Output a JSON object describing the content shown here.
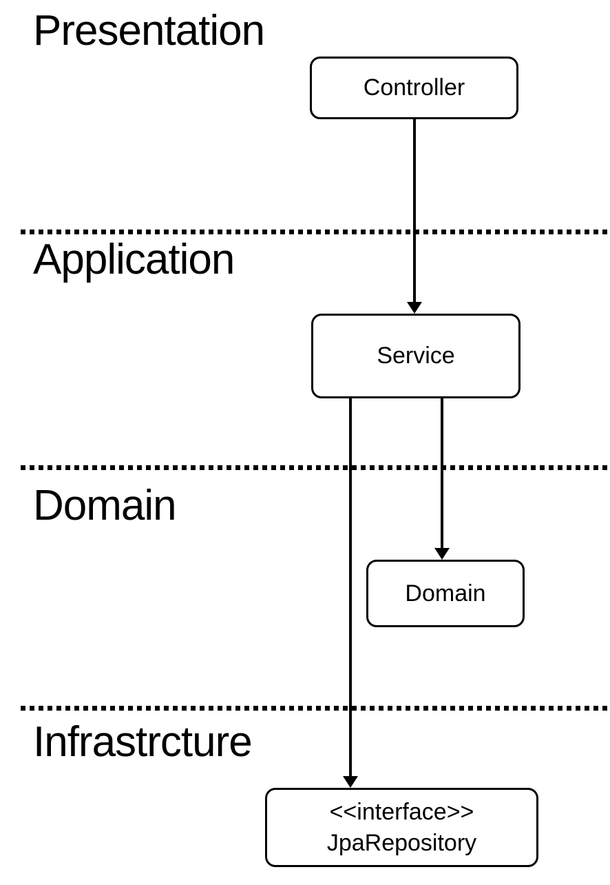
{
  "diagram": {
    "type": "layered-architecture",
    "colors": {
      "background": "#ffffff",
      "line": "#000000",
      "text": "#000000"
    },
    "layers": [
      {
        "id": "presentation",
        "label": "Presentation"
      },
      {
        "id": "application",
        "label": "Application"
      },
      {
        "id": "domain",
        "label": "Domain"
      },
      {
        "id": "infrastructure",
        "label": "Infrastrcture"
      }
    ],
    "nodes": [
      {
        "id": "controller",
        "label": "Controller",
        "layer": "Presentation"
      },
      {
        "id": "service",
        "label": "Service",
        "layer": "Application"
      },
      {
        "id": "domain",
        "label": "Domain",
        "layer": "Domain"
      },
      {
        "id": "jparepository",
        "stereotype": "<<interface>>",
        "label": "JpaRepository",
        "layer": "Infrastrcture"
      }
    ],
    "edges": [
      {
        "from": "Controller",
        "to": "Service"
      },
      {
        "from": "Service",
        "to": "Domain"
      },
      {
        "from": "Service",
        "to": "JpaRepository"
      }
    ]
  }
}
